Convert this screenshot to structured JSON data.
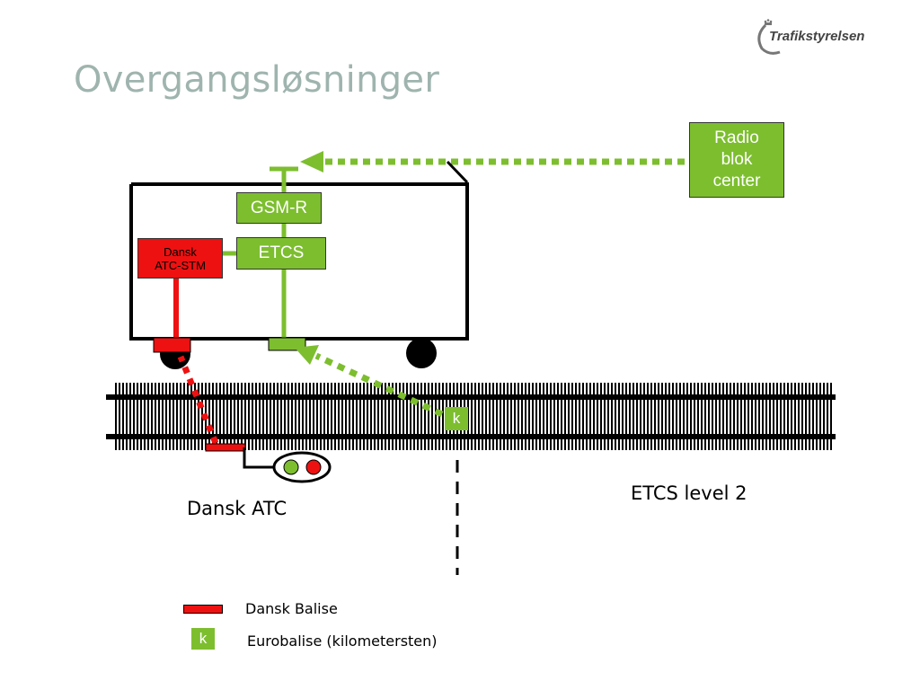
{
  "slide": {
    "title": "Overgangsløsninger",
    "logo_text": "Trafikstyrelsen"
  },
  "diagram": {
    "nodes": {
      "radio_block_center": "Radio\nblok\ncenter",
      "gsm_r": "GSM-R",
      "etcs": "ETCS",
      "atc_stm": "Dansk\nATC-STM",
      "eurobalise": "k"
    },
    "zones": {
      "left": "Dansk ATC",
      "right": "ETCS level 2"
    },
    "signal_lights": [
      "green",
      "red"
    ]
  },
  "legend": {
    "balise_label": "Dansk Balise",
    "eurobalise_symbol": "k",
    "eurobalise_label": "Eurobalise (kilometersten)"
  },
  "colors": {
    "green": "#7dbe2f",
    "red": "#ee1111",
    "title": "#9fb4ae"
  }
}
